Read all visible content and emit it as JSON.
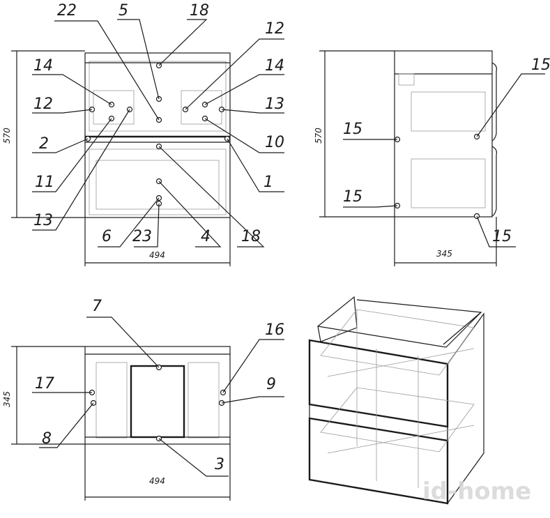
{
  "front_view": {
    "callouts": [
      "22",
      "5",
      "18",
      "12",
      "14",
      "14",
      "12",
      "13",
      "2",
      "10",
      "11",
      "1",
      "13",
      "6",
      "23",
      "4",
      "18"
    ],
    "width_dim": "494",
    "height_dim": "570"
  },
  "side_view": {
    "callouts": [
      "15",
      "15",
      "15",
      "15"
    ],
    "depth_dim": "345",
    "height_dim": "570"
  },
  "top_view": {
    "callouts": [
      "7",
      "16",
      "17",
      "9",
      "8",
      "3"
    ],
    "width_dim": "494",
    "depth_dim": "345"
  },
  "watermark": "id-home"
}
